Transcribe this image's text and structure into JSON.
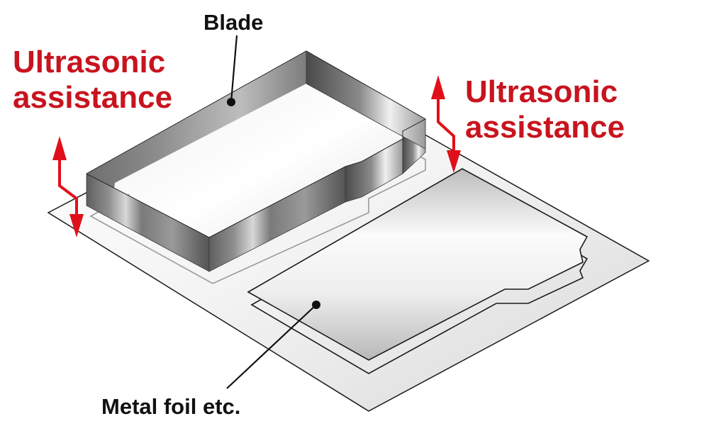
{
  "labels": {
    "blade": "Blade",
    "foil": "Metal foil etc.",
    "left_ultra_line1": "Ultrasonic",
    "left_ultra_line2": "assistance",
    "right_ultra_line1": "Ultrasonic",
    "right_ultra_line2": "assistance"
  },
  "colors": {
    "accent_red": "#c8141e",
    "arrow_red": "#e0101a",
    "outline": "#1a1a1a"
  }
}
